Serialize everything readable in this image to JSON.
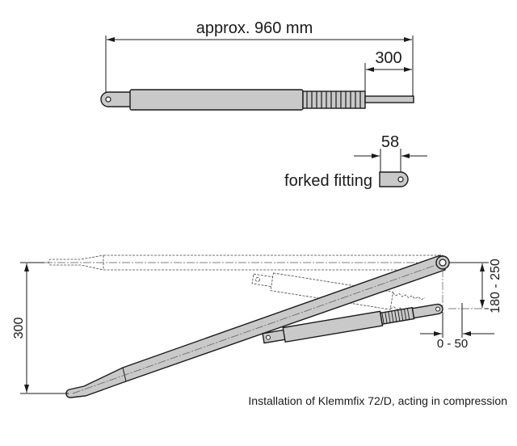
{
  "spring_view": {
    "overall_length_label": "approx. 960 mm",
    "stroke_label": "300"
  },
  "fitting_view": {
    "width_label": "58",
    "label": "forked fitting"
  },
  "installation_view": {
    "height_label": "300",
    "mount_vertical_label": "180 - 250",
    "mount_horizontal_label": "0 - 50",
    "caption": "Installation of Klemmfix 72/D, acting in compression"
  },
  "colors": {
    "part_fill": "#c9c9c9",
    "line": "#1a1a1a"
  }
}
